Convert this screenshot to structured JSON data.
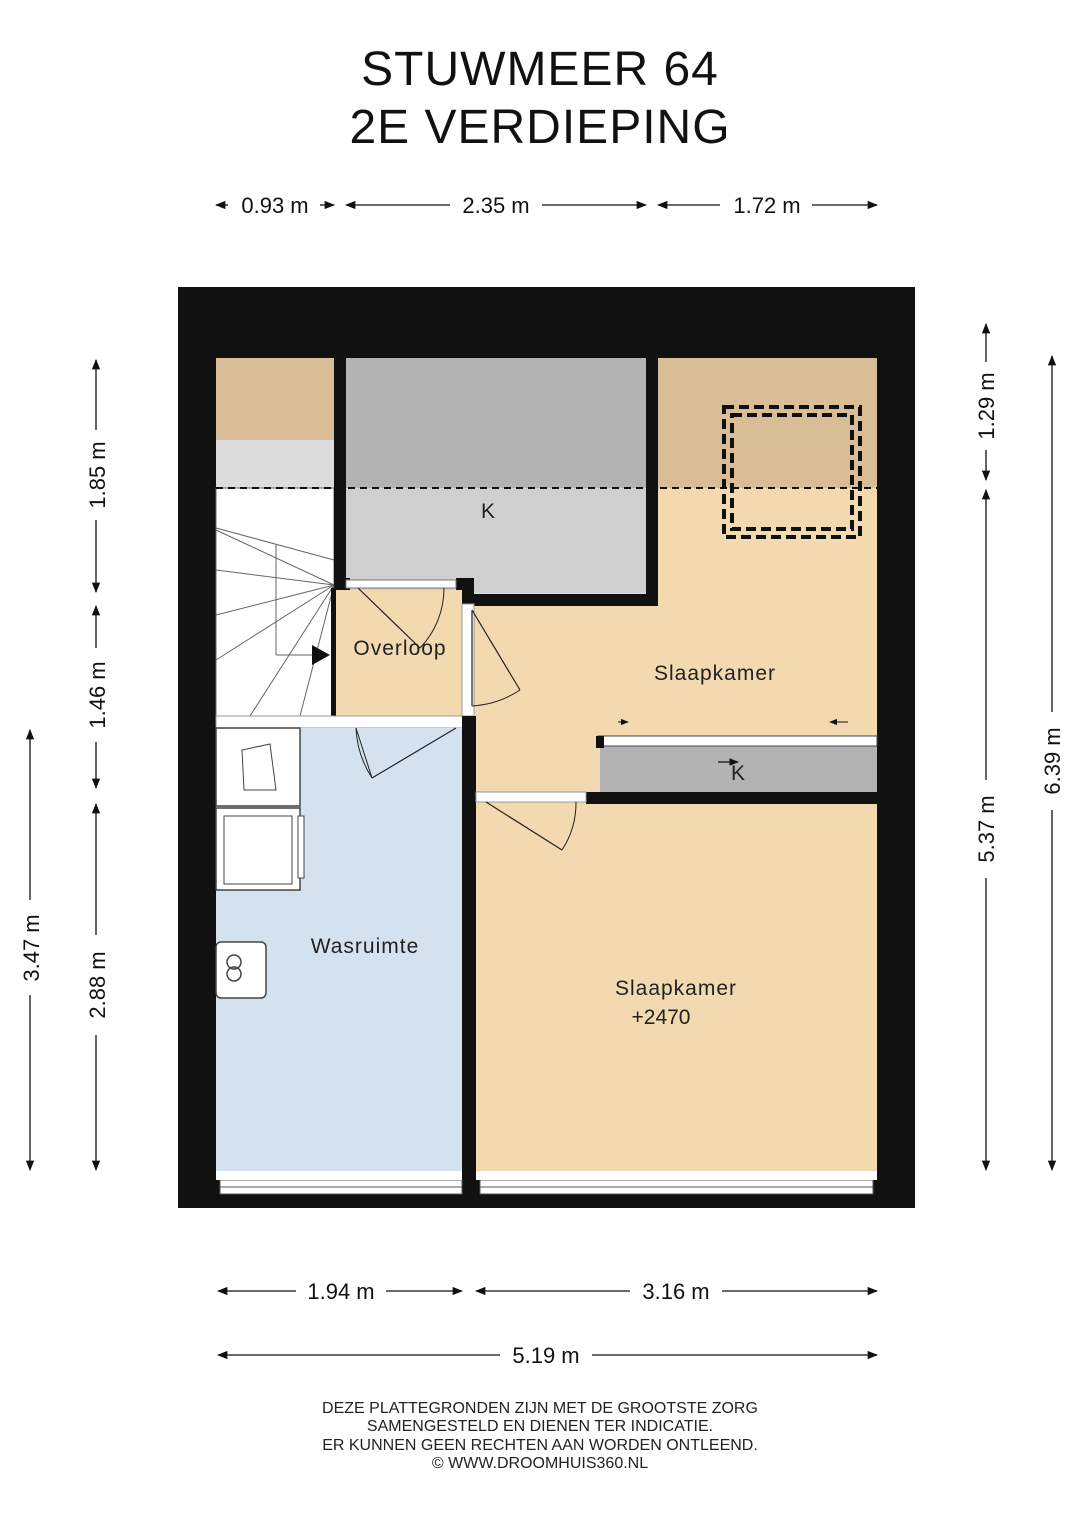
{
  "title": {
    "line1": "STUWMEER 64",
    "line2": "2E VERDIEPING"
  },
  "rooms": {
    "overloop": "Overloop",
    "slaapkamer_1": "Slaapkamer",
    "slaapkamer_2": "Slaapkamer",
    "slaapkamer_2_level": "+2470",
    "wasruimte": "Wasruimte",
    "kast_1": "K",
    "kast_2": "K"
  },
  "dimensions": {
    "top": [
      "0.93 m",
      "2.35 m",
      "1.72 m"
    ],
    "bottom": [
      "1.94 m",
      "3.16 m"
    ],
    "bottom_total": "5.19 m",
    "left_outer": "3.47 m",
    "left_inner": [
      "1.85 m",
      "1.46 m",
      "2.88 m"
    ],
    "right_inner": [
      "1.29 m",
      "5.37 m"
    ],
    "right_outer": "6.39 m"
  },
  "disclaimer": [
    "DEZE PLATTEGRONDEN ZIJN MET DE GROOTSTE ZORG",
    "SAMENGESTELD EN DIENEN TER INDICATIE.",
    "ER KUNNEN GEEN RECHTEN AAN WORDEN ONTLEEND.",
    "© WWW.DROOMHUIS360.NL"
  ],
  "colors": {
    "wall": "#111111",
    "bedroom": "#f2d9b0",
    "attic": "#d9bd96",
    "storage": "#b3b3b3",
    "storage_light": "#cfcfcf",
    "laundry": "#d4e2f0",
    "stair_landing": "#dcdcdc"
  }
}
